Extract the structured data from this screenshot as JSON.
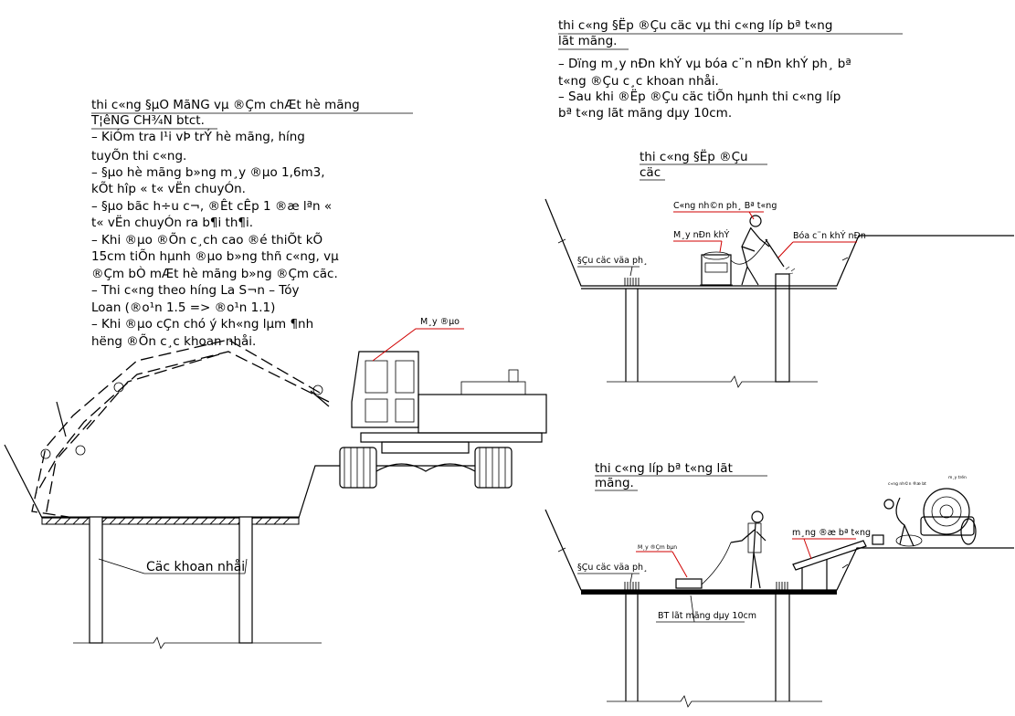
{
  "notes_left": {
    "title_line1": "thi c«ng §µO MãNG vµ ®Çm chÆt hè mãng",
    "title_line2": "T¦êNG CH¾N btct.",
    "lines": [
      "– KiÓm tra l¹i vÞ trÝ hè mãng, h­íng",
      "tuyÕn thi c«ng.",
      "– §µo hè mãng b»ng m¸y ®µo 1,6m3,",
      "kÕt hîp « t« vËn chuyÓn.",
      "– §µo bãc h÷u c¬, ®Êt cÊp 1 ®æ lªn «",
      "t« vËn chuyÓn ra b¶i th¶i.",
      "– Khi ®µo ®Õn c¸ch cao ®é thiÕt kÕ",
      "15cm tiÕn hµnh ®µo b»ng thñ c«ng, vµ",
      "®Çm bÒ mÆt hè mãng b»ng ®Çm cãc.",
      "– Thi c«ng theo h­íng La S¬n – Tóy",
      "Loan (®o¹n 1.5 => ®o¹n 1.1)",
      "– Khi ®µo cÇn chó ý kh«ng lµm ¶nh",
      "h­ëng ®Õn c¸c khoan nhåi."
    ]
  },
  "notes_right": {
    "title_line1": "thi c«ng §Ëp ®Çu cäc vµ thi c«ng líp bª t«ng",
    "title_line2": "lãt mãng.",
    "lines": [
      "– Dïng m¸y nÐn khÝ vµ bóa c¨n nÐn khÝ ph¸ bª",
      "t«ng ®Çu c¸c khoan nhåi.",
      "– Sau khi ®Ëp ®Çu cäc tiÕn hµnh thi c«ng líp",
      "bª t«ng lãt mãng dµy 10cm."
    ]
  },
  "excavation": {
    "machine_label": "M¸y ®µo",
    "piles_label": "Cäc khoan nhåi"
  },
  "pile_head": {
    "title_line1": "thi c«ng §Ëp ®Çu",
    "title_line2": "cäc",
    "worker_label": "C«ng nh©n ph¸ Bª t«ng",
    "compressor_label": "M¸y nÐn khÝ",
    "hammer_label": "Bóa c¨n khÝ nÐn",
    "pile_head_label": "§Çu cäc väa ph¸"
  },
  "lean_concrete": {
    "title_line1": "thi c«ng líp bª t«ng lãt",
    "title_line2": "mãng.",
    "vibrator_label": "M¸y ®Çm bµn",
    "chute_label": "m¸ng ®æ bª t«ng",
    "mixer_worker_label": "c«ng nh©n ®æ bt",
    "mixer_label": "m¸y trén",
    "pile_head_label": "§Çu cäc väa ph¸",
    "concrete_label": "BT lãt mãng dµy 10cm"
  },
  "colors": {
    "line": "#000000",
    "leader": "#d00000"
  }
}
